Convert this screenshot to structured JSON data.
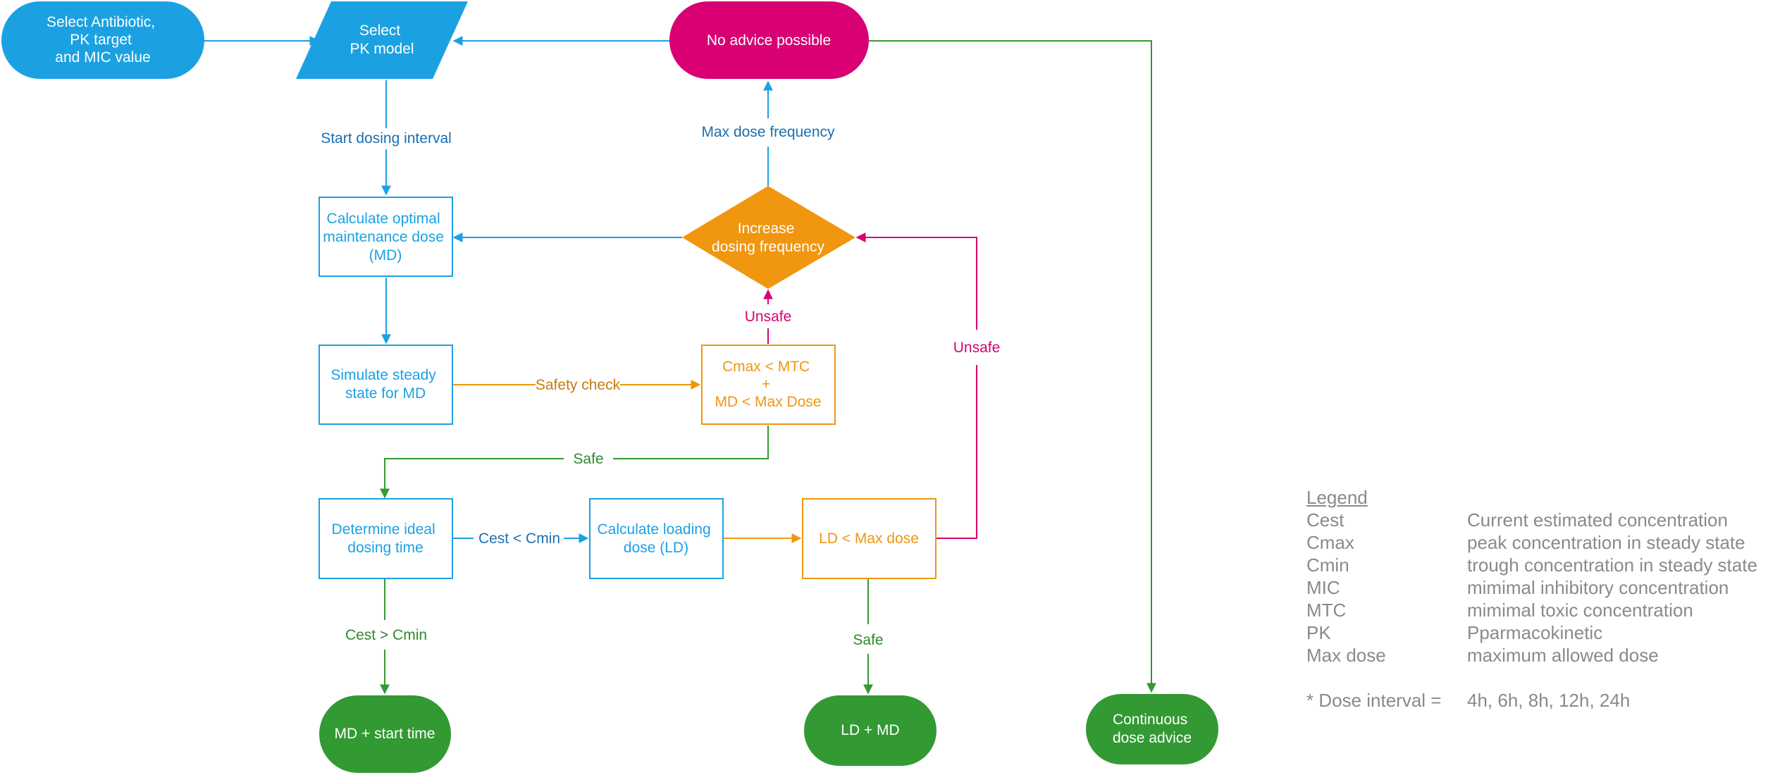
{
  "colors": {
    "blue": "#1ba1e2",
    "blue_text": "#1a8fd6",
    "blue_arrow": "#1ba1e2",
    "magenta": "#d80073",
    "orange": "#f0960f",
    "orange_text": "#f0960f",
    "orange_label": "#c77b0c",
    "green": "#339933",
    "green_label": "#2d8a2d",
    "blue_label": "#1a6fb0",
    "legend_grey": "#8a8a8a"
  },
  "nodes": {
    "select_antibiotic": {
      "lines": [
        "Select Antibiotic,",
        "PK target",
        "and MIC value"
      ],
      "shape": "terminal-filled"
    },
    "select_pk_model": {
      "lines": [
        "Select",
        "PK model"
      ],
      "shape": "parallelogram"
    },
    "no_advice": {
      "lines": [
        "No advice possible"
      ],
      "shape": "terminal-filled"
    },
    "calc_md": {
      "lines": [
        "Calculate optimal",
        "maintenance dose",
        "(MD)"
      ],
      "shape": "process"
    },
    "increase_freq": {
      "lines": [
        "Increase",
        "dosing frequency"
      ],
      "shape": "decision"
    },
    "simulate": {
      "lines": [
        "Simulate steady",
        "state for MD"
      ],
      "shape": "process"
    },
    "safety_cond": {
      "lines": [
        "Cmax < MTC",
        "+",
        "MD < Max Dose"
      ],
      "shape": "process-orange"
    },
    "determine_time": {
      "lines": [
        "Determine ideal",
        "dosing time"
      ],
      "shape": "process"
    },
    "calc_ld": {
      "lines": [
        "Calculate loading",
        "dose (LD)"
      ],
      "shape": "process"
    },
    "ld_cond": {
      "lines": [
        "LD < Max dose"
      ],
      "shape": "process-orange"
    },
    "md_start": {
      "lines": [
        "MD + start time"
      ],
      "shape": "terminal-filled"
    },
    "ld_md": {
      "lines": [
        "LD + MD"
      ],
      "shape": "terminal-filled"
    },
    "continuous": {
      "lines": [
        "Continuous",
        "dose advice"
      ],
      "shape": "terminal-filled"
    }
  },
  "edge_labels": {
    "start_interval": "Start dosing interval",
    "max_freq": "Max dose frequency",
    "safety_check": "Safety check",
    "unsafe_1": "Unsafe",
    "unsafe_2": "Unsafe",
    "safe_1": "Safe",
    "cest_lt": "Cest < Cmin",
    "cest_gt": "Cest > Cmin",
    "safe_2": "Safe"
  },
  "legend": {
    "title": "Legend",
    "items": [
      {
        "term": "Cest",
        "def": "Current estimated concentration"
      },
      {
        "term": "Cmax",
        "def": "peak concentration in steady state"
      },
      {
        "term": "Cmin",
        "def": "trough concentration in steady state"
      },
      {
        "term": "MIC",
        "def": "mimimal inhibitory concentration"
      },
      {
        "term": "MTC",
        "def": "mimimal toxic concentration"
      },
      {
        "term": "PK",
        "def": "Pparmacokinetic"
      },
      {
        "term": "Max dose",
        "def": "maximum allowed dose"
      }
    ],
    "note_label": "* Dose interval =",
    "note_value": "4h, 6h, 8h, 12h, 24h"
  }
}
